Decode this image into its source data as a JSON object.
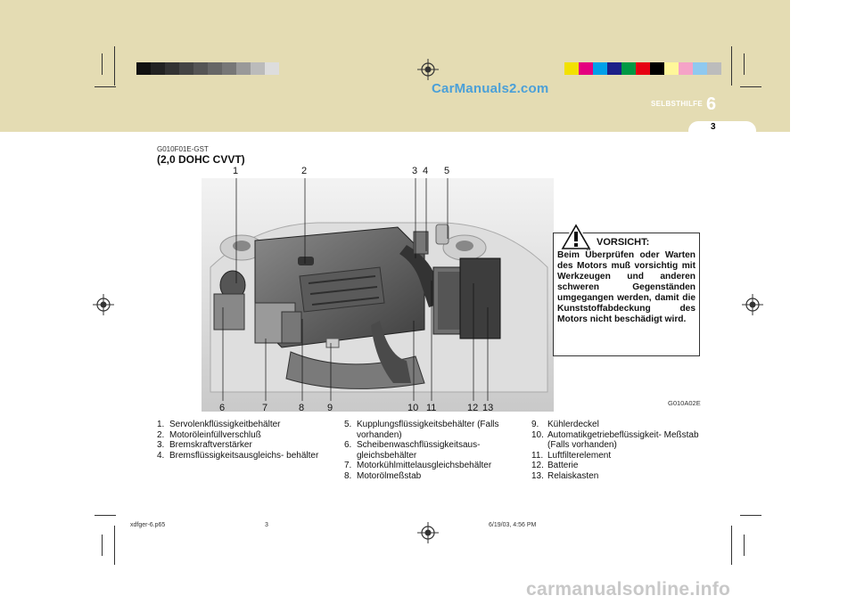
{
  "watermark": "CarManuals2.com",
  "section": {
    "label": "SELBSTHILFE",
    "number": "6"
  },
  "page_number": "3",
  "doc_code": "G010F01E-GST",
  "title": "(2,0 DOHC CVVT)",
  "figure_code": "G010A02E",
  "warning": {
    "heading": "VORSICHT:",
    "text": "Beim Überprüfen oder Warten des Motors muß vorsichtig mit Werkzeugen und anderen schweren Gegenständen umgegangen werden, damit die Kunststoffabdeckung des Motors nicht beschädigt wird."
  },
  "callouts_top": [
    "1",
    "2",
    "3",
    "4",
    "5"
  ],
  "callouts_bottom": [
    "6",
    "7",
    "8",
    "9",
    "10",
    "11",
    "12",
    "13"
  ],
  "legend": {
    "col1": [
      {
        "n": "1.",
        "t": "Servolenkflüssigkeitbehälter"
      },
      {
        "n": "2.",
        "t": "Motoröleinfüllverschluß"
      },
      {
        "n": "3.",
        "t": "Bremskraftverstärker"
      },
      {
        "n": "4.",
        "t": "Bremsflüssigkeitsausgleichs- behälter"
      }
    ],
    "col2": [
      {
        "n": "5.",
        "t": "Kupplungsflüssigkeitsbehälter (Falls vorhanden)"
      },
      {
        "n": "6.",
        "t": "Scheibenwaschflüssigkeitsaus- gleichsbehälter"
      },
      {
        "n": "7.",
        "t": "Motorkühlmittelausgleichsbehälter"
      },
      {
        "n": "8.",
        "t": "Motorölmeßstab"
      }
    ],
    "col3": [
      {
        "n": "9.",
        "t": "Kühlerdeckel"
      },
      {
        "n": "10.",
        "t": "Automatikgetriebeflüssigkeit- Meßstab (Falls vorhanden)"
      },
      {
        "n": "11.",
        "t": "Luftfilterelement"
      },
      {
        "n": "12.",
        "t": "Batterie"
      },
      {
        "n": "13.",
        "t": "Relaiskasten"
      }
    ]
  },
  "footer": {
    "file": "xdfger-6.p65",
    "page": "3",
    "datetime": "6/19/03, 4:56 PM"
  },
  "bottom_watermark": "carmanualsonline.info",
  "colors": {
    "band": "#e4dcb3",
    "grays": [
      "#111111",
      "#222222",
      "#333333",
      "#444444",
      "#555555",
      "#666666",
      "#777777",
      "#999999",
      "#bbbbbb",
      "#dddddd"
    ],
    "process": [
      "#f2e100",
      "#e4007f",
      "#00a0e9",
      "#1d2088",
      "#009944",
      "#e60012",
      "#000000",
      "#fff799",
      "#f5a3c7",
      "#8fc9ef",
      "#bcbcbc"
    ]
  }
}
